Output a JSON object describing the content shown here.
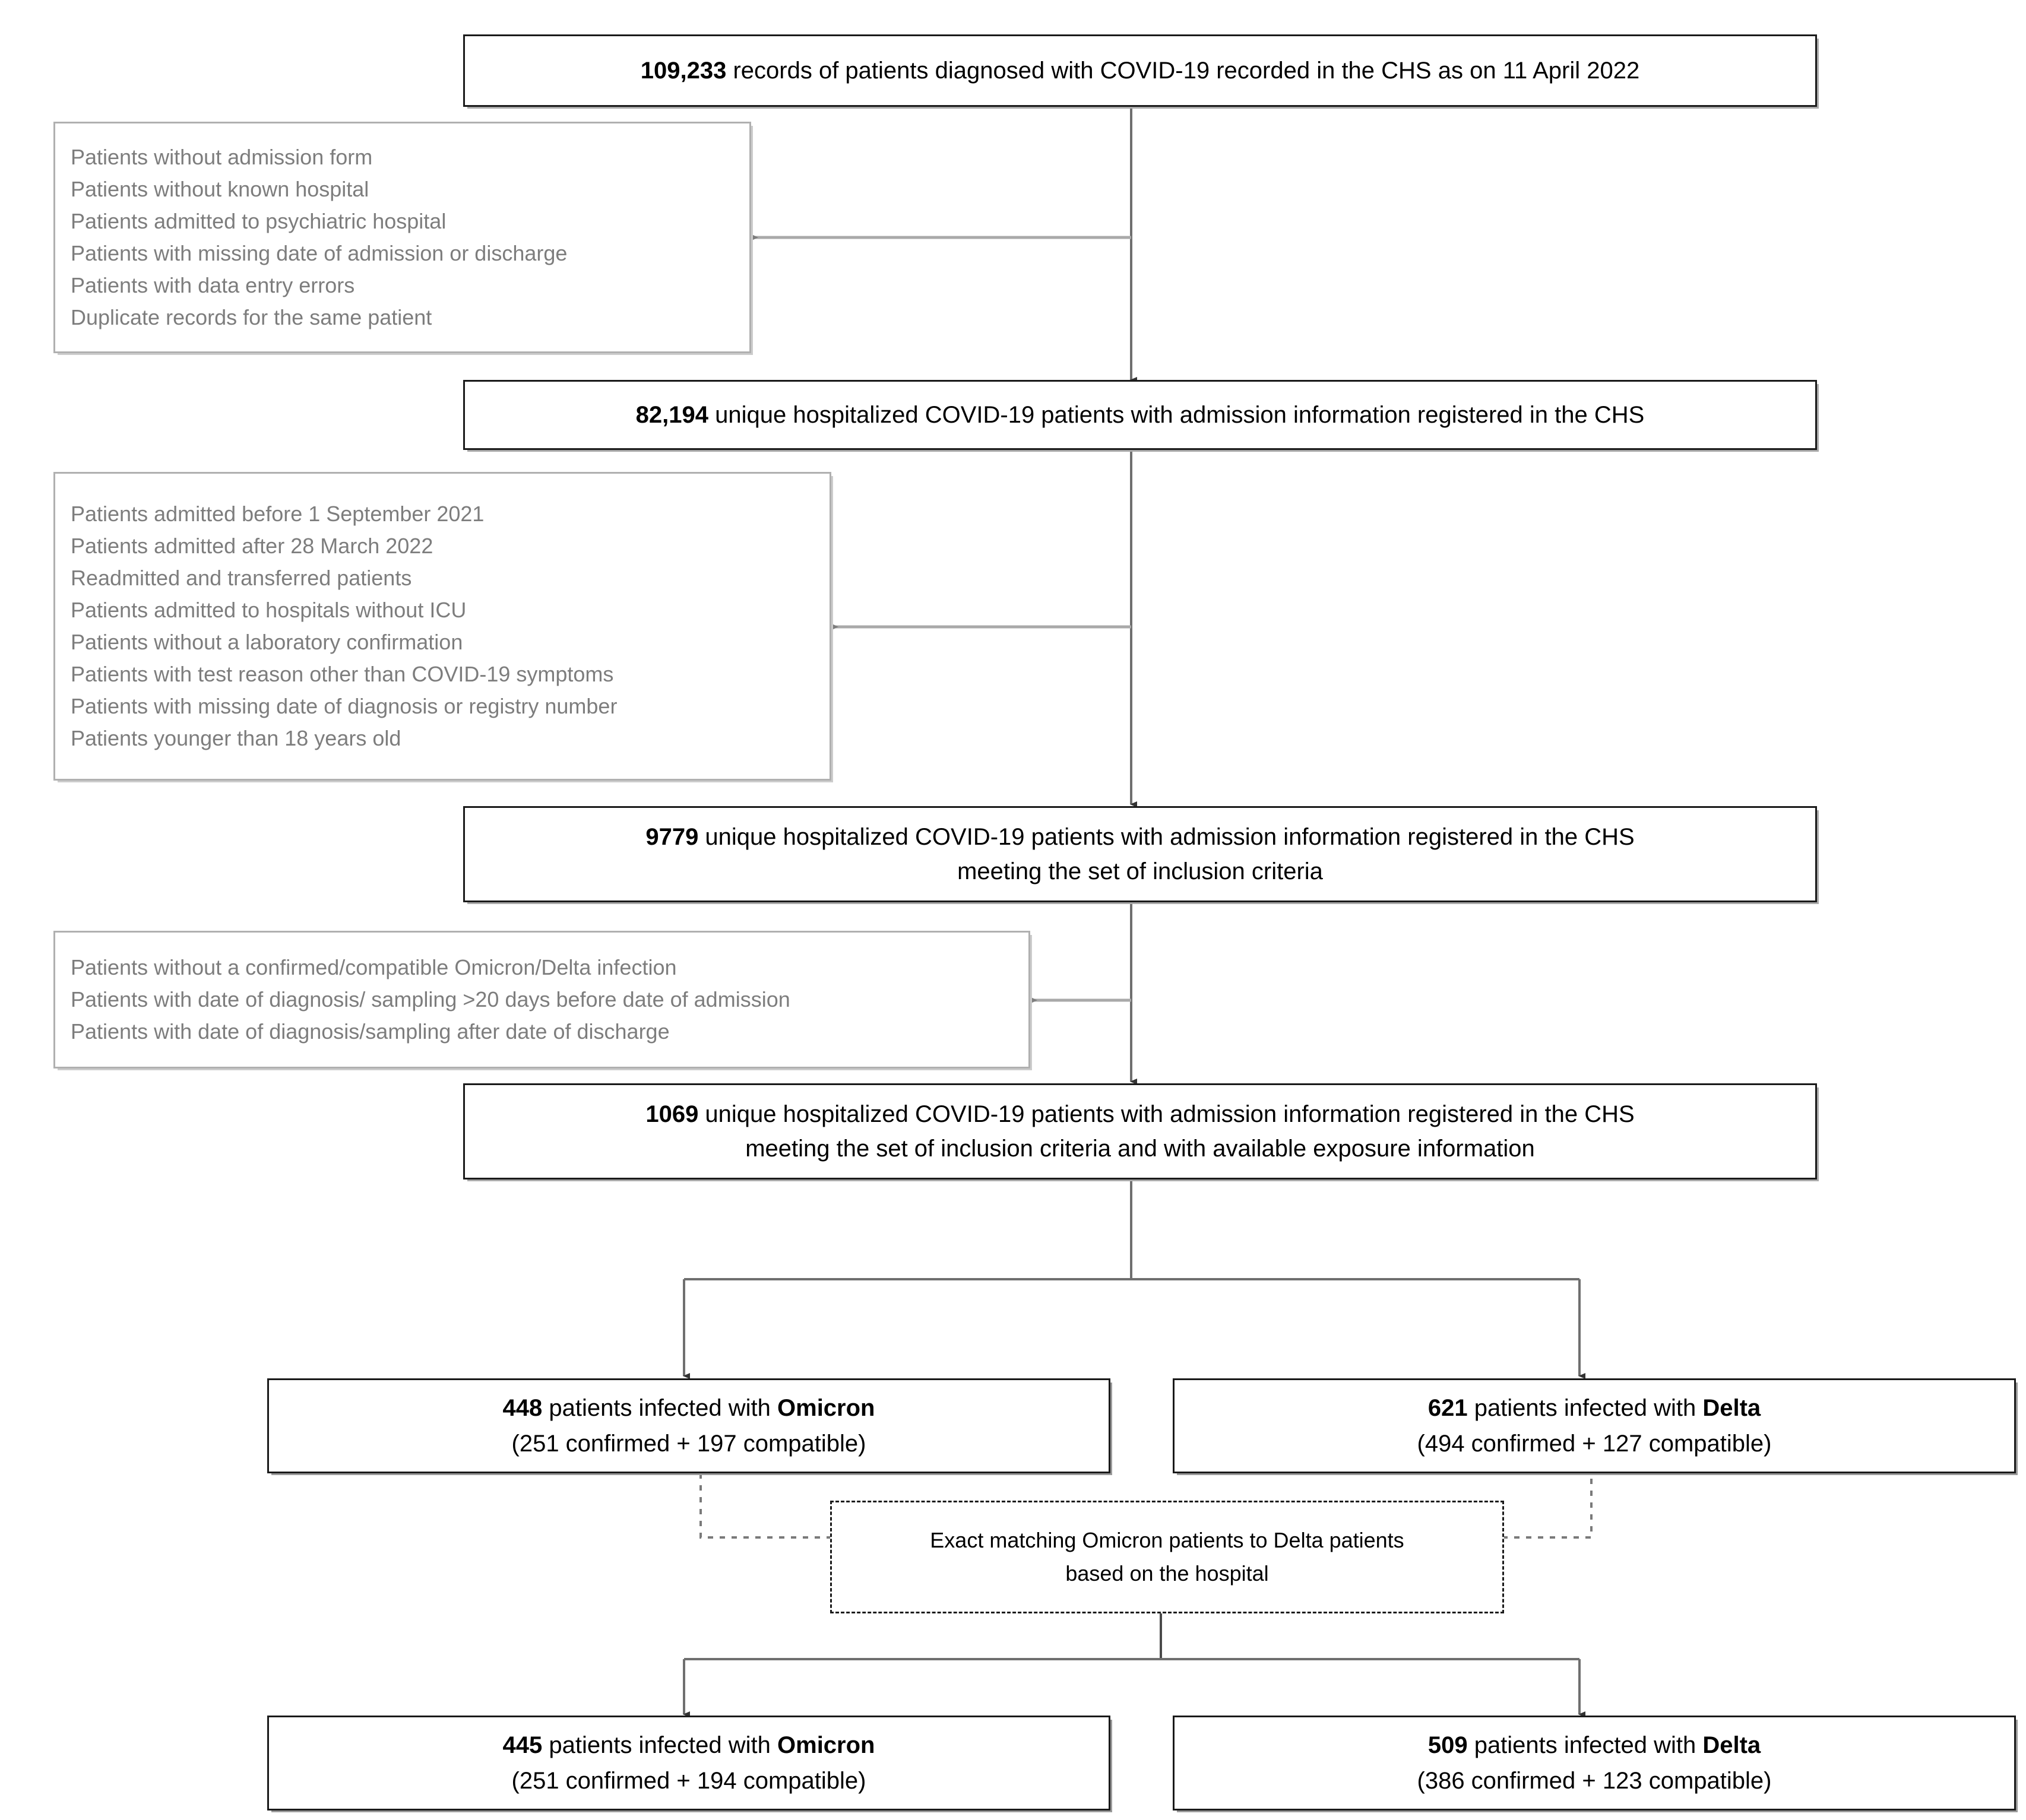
{
  "diagram": {
    "type": "flowchart",
    "title": "Patient selection flow diagram",
    "colors": {
      "main_border": "#1a1a1a",
      "exclusion_border": "#b0b0b0",
      "exclusion_text": "#7d7d7d",
      "connector": "#6f6f6f",
      "background": "#ffffff"
    }
  },
  "nodes": {
    "total_records": {
      "count": "109,233",
      "text": " records of patients diagnosed with COVID-19 recorded in the CHS as on 11 April 2022"
    },
    "hospitalized": {
      "count": "82,194",
      "text": " unique hospitalized COVID-19 patients with admission information registered in the CHS"
    },
    "inclusion_criteria": {
      "count": "9779",
      "text": " unique hospitalized COVID-19 patients with admission information registered in the CHS",
      "line2": "meeting the set of inclusion criteria"
    },
    "exposure_info": {
      "count": "1069",
      "text": " unique hospitalized COVID-19 patients with admission information registered in the CHS",
      "line2": "meeting the set of inclusion criteria and with available exposure information"
    },
    "omicron_pre": {
      "count": "448",
      "text": " patients infected with ",
      "variant": "Omicron",
      "line2": "(251 confirmed + 197 compatible)"
    },
    "delta_pre": {
      "count": "621",
      "text": " patients infected with ",
      "variant": "Delta",
      "line2": "(494 confirmed + 127 compatible)"
    },
    "matching": {
      "line1": "Exact matching Omicron patients to Delta patients",
      "line2": "based on the hospital"
    },
    "omicron_post": {
      "count": "445",
      "text": " patients infected with ",
      "variant": "Omicron",
      "line2": "(251 confirmed + 194 compatible)"
    },
    "delta_post": {
      "count": "509",
      "text": " patients infected with ",
      "variant": "Delta",
      "line2": "(386 confirmed + 123 compatible)"
    }
  },
  "exclusions": {
    "first": [
      "Patients without admission form",
      "Patients without known hospital",
      "Patients admitted to psychiatric hospital",
      "Patients with missing date of admission or discharge",
      "Patients with data entry errors",
      "Duplicate records for the same patient"
    ],
    "second": [
      "Patients admitted before 1 September 2021",
      "Patients admitted after 28 March 2022",
      "Readmitted and transferred patients",
      "Patients admitted to hospitals without ICU",
      "Patients without a laboratory confirmation",
      "Patients with test reason other than COVID-19 symptoms",
      "Patients with missing date of diagnosis or registry number",
      "Patients younger than 18 years old"
    ],
    "third": [
      "Patients without a confirmed/compatible Omicron/Delta infection",
      "Patients with date of diagnosis/ sampling >20 days before date of admission",
      "Patients with date of diagnosis/sampling after date of discharge"
    ]
  }
}
